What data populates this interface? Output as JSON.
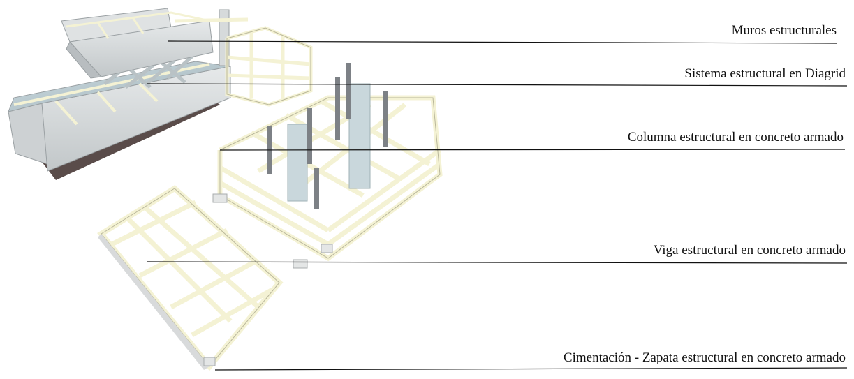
{
  "labels": {
    "walls": "Muros estructurales",
    "diagrid": "Sistema estructural en Diagrid",
    "column": "Columna estructural en concreto armado",
    "beam": "Viga estructural en concreto armado",
    "foundation": "Cimentación - Zapata estructural en concreto armado"
  },
  "colors": {
    "frame": "#f4f2d4",
    "frame_edge": "#b9b79a",
    "wall": "#d6dadb",
    "wall_dark": "#9aa0a3",
    "glass": "#b9c9cf",
    "slab_base": "#5a4c4a",
    "column": "#7d8186",
    "line": "#111111"
  }
}
